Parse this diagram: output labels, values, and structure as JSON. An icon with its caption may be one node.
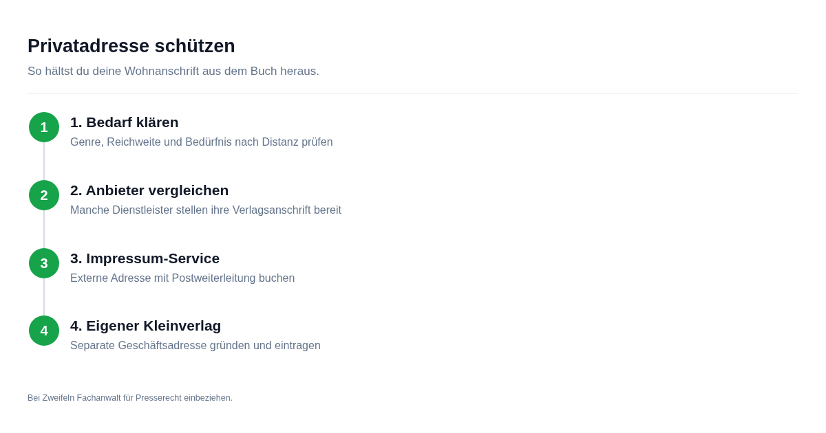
{
  "diagram": {
    "title": "Privatadresse schützen",
    "caption": "Bei Zweifeln Fachanwalt für Presserecht einbeziehen.",
    "labels": [
      "So hältst du deine Wohnanschrift aus dem Buch heraus."
    ],
    "nodes": [
      {
        "text": [
          "1"
        ],
        "beside": [
          "1. Bedarf klären",
          "Genre, Reichweite und Bedürfnis nach Distanz prüfen"
        ]
      },
      {
        "text": [
          "2"
        ],
        "beside": [
          "2. Anbieter vergleichen",
          "Manche Dienstleister stellen ihre Verlagsanschrift bereit"
        ]
      },
      {
        "text": [
          "3"
        ],
        "beside": [
          "3. Impressum-Service",
          "Externe Adresse mit Postweiterleitung buchen"
        ]
      },
      {
        "text": [
          "4"
        ],
        "beside": [
          "4. Eigener Kleinverlag",
          "Separate Geschäftsadresse gründen und eintragen"
        ]
      }
    ],
    "edges": [
      {
        "from": 0,
        "to": 1,
        "arrow": "none"
      },
      {
        "from": 1,
        "to": 2,
        "arrow": "none"
      },
      {
        "from": 2,
        "to": 3,
        "arrow": "none"
      }
    ]
  }
}
